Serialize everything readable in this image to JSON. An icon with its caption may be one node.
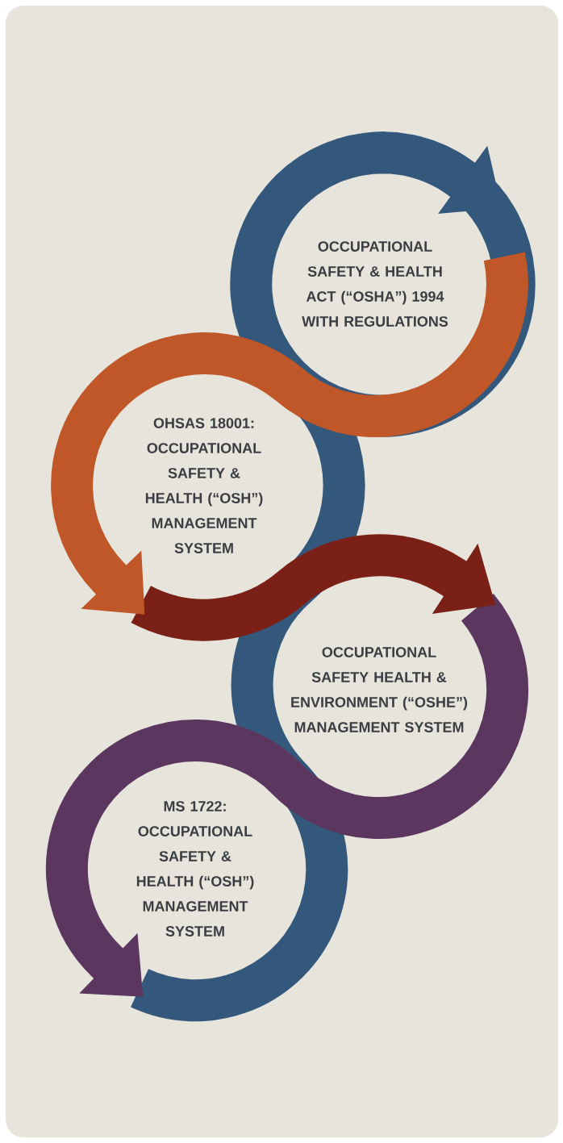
{
  "diagram": {
    "nodes": [
      {
        "text": [
          "OCCUPATIONAL SAFETY & HEALTH ACT (“OSHA”) 1994 WITH REGULATIONS"
        ]
      },
      {
        "text": [
          "OHSAS 18001: OCCUPATIONAL SAFETY & HEALTH (“OSH”) MANAGEMENT SYSTEM"
        ]
      },
      {
        "text": [
          "OCCUPATIONAL SAFETY HEALTH & ENVIRONMENT (“OSHE”) MANAGEMENT SYSTEM"
        ]
      },
      {
        "text": [
          "MS 1722: OCCUPATIONAL SAFETY & HEALTH (“OSH”) MANAGEMENT SYSTEM"
        ]
      }
    ],
    "edges": [
      {
        "from": 3,
        "to": 0,
        "arrow": "to",
        "color": "#33587c"
      },
      {
        "from": 2,
        "to": 3,
        "arrow": "to",
        "color": "#5b375f"
      },
      {
        "from": 1,
        "to": 2,
        "arrow": "to",
        "color": "#7a2016"
      },
      {
        "from": 0,
        "to": 1,
        "arrow": "to",
        "color": "#bf5728"
      }
    ]
  }
}
